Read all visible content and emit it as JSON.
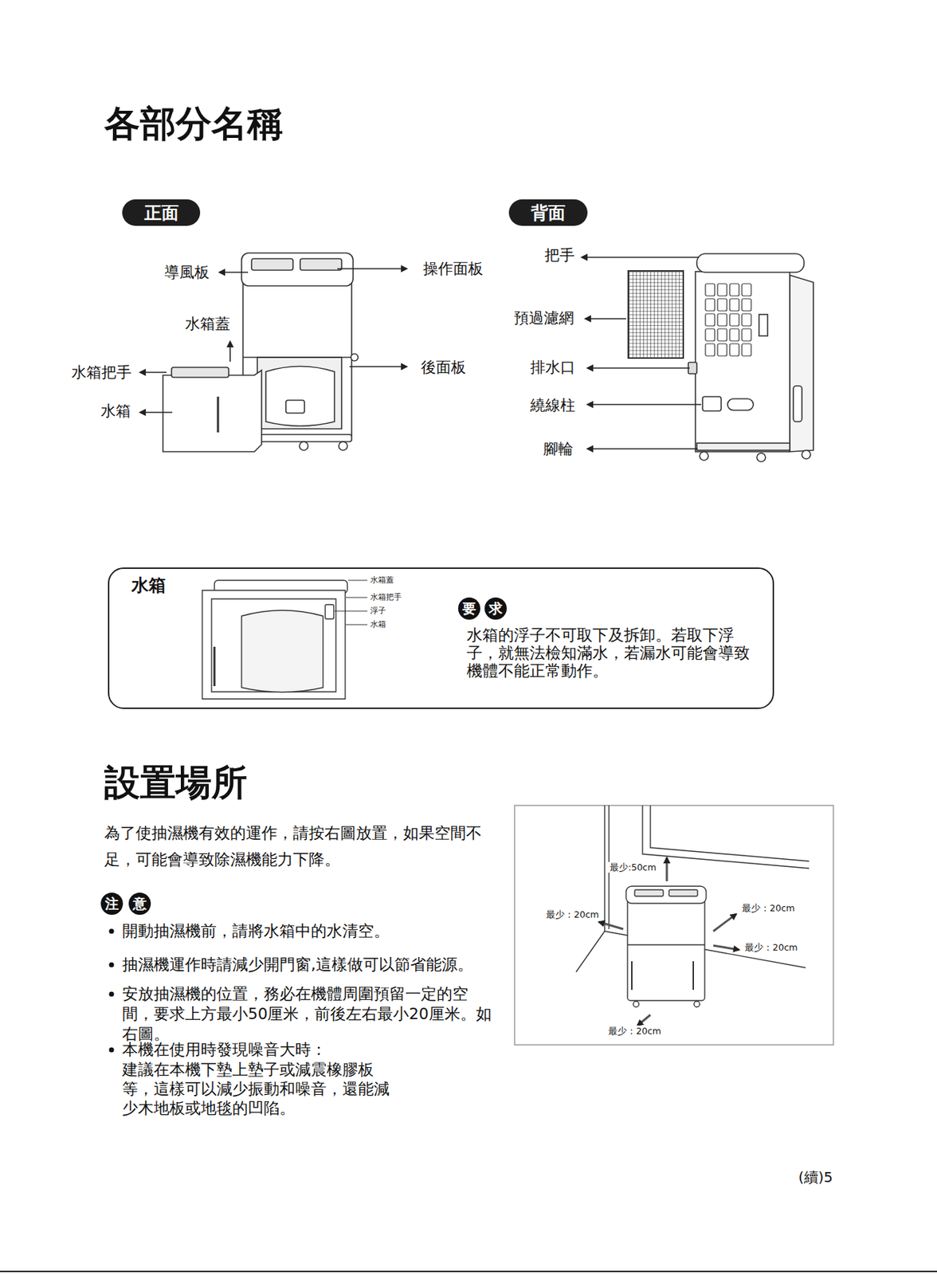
{
  "diagram": {
    "title": "各部分名稱",
    "nodes": [
      {
        "text": [
          "正面"
        ]
      },
      {
        "text": [
          "背面"
        ]
      },
      {
        "text": [
          "水箱",
          "水箱的浮子不可取下及拆卸。若取下浮子，就無法檢知滿水，若漏水可能會導致機體不能正常動作。"
        ]
      },
      {
        "text": [
          "要"
        ],
        "in": 2
      },
      {
        "text": [
          "求"
        ],
        "in": 2
      },
      {
        "text": [
          "注"
        ]
      },
      {
        "text": [
          "意"
        ]
      }
    ],
    "labels": [
      "導風板",
      "操作面板",
      "水箱蓋",
      "水箱把手",
      "後面板",
      "水箱",
      "把手",
      "預過濾網",
      "排水口",
      "繞線柱",
      "腳輪",
      "水箱蓋",
      "水箱把手",
      "浮子",
      "水箱",
      "設置場所",
      "為了使抽濕機有效的運作，請按右圖放置，如果空間不足，可能會導致除濕機能力下降。",
      "開動抽濕機前，請將水箱中的水清空。",
      "抽濕機運作時請減少開門窗,這樣做可以節省能源。",
      "安放抽濕機的位置，務必在機體周圍預留一定的空間，要求上方最小50厘米，前後左右最小20厘米。如右圖。",
      "本機在使用時發現噪音大時：",
      "建議在本機下墊上墊子或減震橡膠板等，這樣可以減少振動和噪音，還能減少木地板或地毯的凹陷。",
      "最少:50cm",
      "最少：20cm",
      "最少：20cm",
      "最少：20cm",
      "最少：20cm",
      "(續)5"
    ]
  }
}
